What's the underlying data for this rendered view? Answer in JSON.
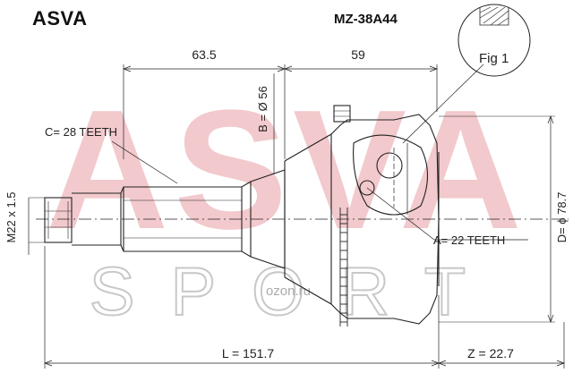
{
  "brand": "ASVA",
  "part_number": "MZ-38A44",
  "figure_label": "Fig 1",
  "watermark": {
    "main": "ASVA",
    "sub": "SPORT",
    "url": "ozon.ru",
    "main_color": "#f2c9cc",
    "sub_color": "#cfcfcf"
  },
  "dimensions": {
    "top_left": "63.5",
    "top_right": "59",
    "bearing_dia": "B = Ø 56",
    "outer_dia": "D= ϕ 78.7",
    "thread": "M22 x 1.5",
    "length": "L = 151.7",
    "z_length": "Z = 22.7"
  },
  "teeth": {
    "shaft": "C= 28 TEETH",
    "abs_ring": "A= 22 TEETH"
  }
}
